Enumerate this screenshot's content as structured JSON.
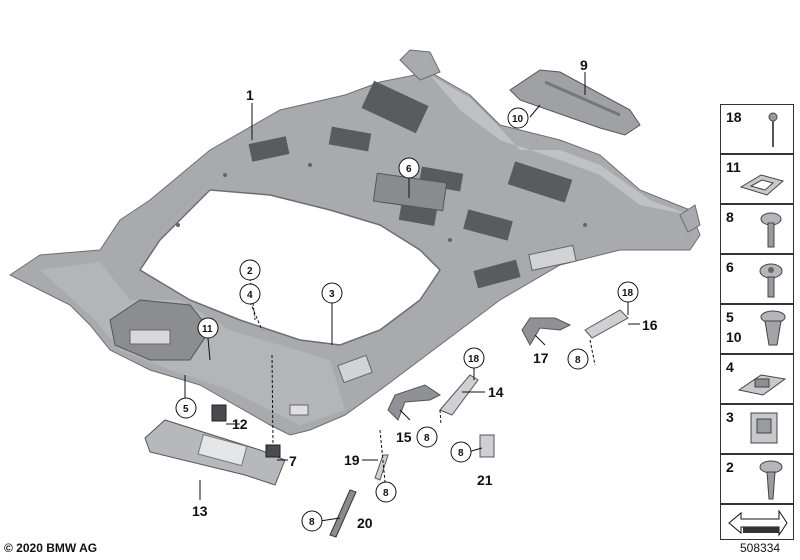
{
  "main_part_labels": [
    "1",
    "9",
    "6",
    "2",
    "4",
    "3",
    "11",
    "5",
    "12",
    "7",
    "13",
    "14",
    "15",
    "16",
    "17",
    "18",
    "19",
    "20",
    "21"
  ],
  "circled_labels": [
    "10",
    "6",
    "2",
    "4",
    "3",
    "11",
    "5",
    "18",
    "18",
    "8",
    "8",
    "8",
    "8",
    "8"
  ],
  "legend": [
    {
      "label": "18",
      "part": "pin-fastener-icon"
    },
    {
      "label": "11",
      "part": "frame-clip-icon"
    },
    {
      "label": "8",
      "part": "screw-washer-icon"
    },
    {
      "label": "6",
      "part": "torx-screw-icon"
    },
    {
      "label": "5",
      "label2": "10",
      "part": "expanding-rivet-icon"
    },
    {
      "label": "4",
      "part": "trim-clip-icon"
    },
    {
      "label": "3",
      "part": "spring-clip-icon"
    },
    {
      "label": "2",
      "part": "tapping-screw-icon"
    },
    {
      "label": "",
      "part": "arrow-marker-icon"
    }
  ],
  "footer": {
    "copyright": "© 2020 BMW AG",
    "doc_id": "508334"
  },
  "colors": {
    "headliner": "#a9aaae",
    "headliner_dark": "#6d6e72",
    "pad": "#5a5b5e",
    "line": "#111111"
  }
}
